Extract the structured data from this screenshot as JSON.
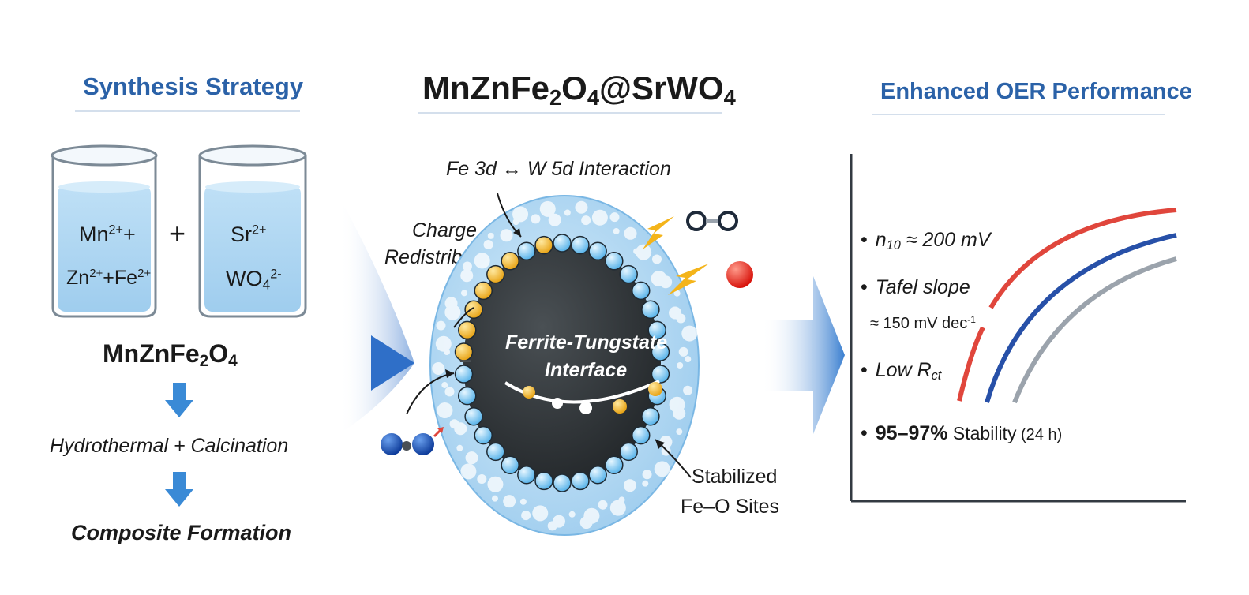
{
  "left": {
    "title": "Synthesis Strategy",
    "beaker1": {
      "line1": "Mn",
      "line1_sup": "2+",
      "line1_plus": "+",
      "line2a": "Zn",
      "line2a_sup": "2+",
      "line2_plus": "+",
      "line2b": "Fe",
      "line2b_sup": "2+"
    },
    "plus": "+",
    "beaker2": {
      "line1": "Sr",
      "line1_sup": "2+",
      "line2": "WO",
      "line2_sub": "4",
      "line2_sup": "2-"
    },
    "compound": {
      "a": "MnZnFe",
      "s1": "2",
      "b": "O",
      "s2": "4"
    },
    "step1": "Hydrothermal + Calcination",
    "step2": "Composite Formation"
  },
  "center": {
    "title": {
      "a": "MnZnFe",
      "s1": "2",
      "b": "O",
      "s2": "4",
      "c": "@SrWO",
      "s3": "4"
    },
    "interaction": "Fe 3d ↔ W 5d Interaction",
    "charge_line1": "Charge",
    "charge_line2": "Redistribution",
    "interface_line1": "Ferrite-Tungstate",
    "interface_line2": "Interface",
    "stabilized_line1": "Stabilized",
    "stabilized_line2": "Fe–O Sites",
    "minus": "–"
  },
  "right": {
    "title": "Enhanced OER Performance",
    "b1": {
      "a": "n",
      "sub": "10",
      "b": " ≈ 200 mV"
    },
    "b2": {
      "a": "Tafel slope",
      "sub_a": "≈ 150 mV dec",
      "sub_sup": "-1"
    },
    "b3": {
      "a": "Low R",
      "sub": "ct"
    },
    "b4": {
      "a": "95–97%",
      "b": " Stability",
      "c": " (24 h)"
    }
  },
  "colors": {
    "title_blue": "#2b62a8",
    "curve_red": "#e0463c",
    "curve_blue": "#2750a8",
    "curve_gray": "#9ba3ac",
    "shell_blue": "#9fcdee",
    "core_dark": "#2f3336",
    "arrow_blue": "#3a7fd0"
  },
  "icons": [
    "beaker-icon",
    "down-arrow-icon",
    "flow-arrow-icon",
    "lightning-icon",
    "o2-molecule-icon"
  ]
}
